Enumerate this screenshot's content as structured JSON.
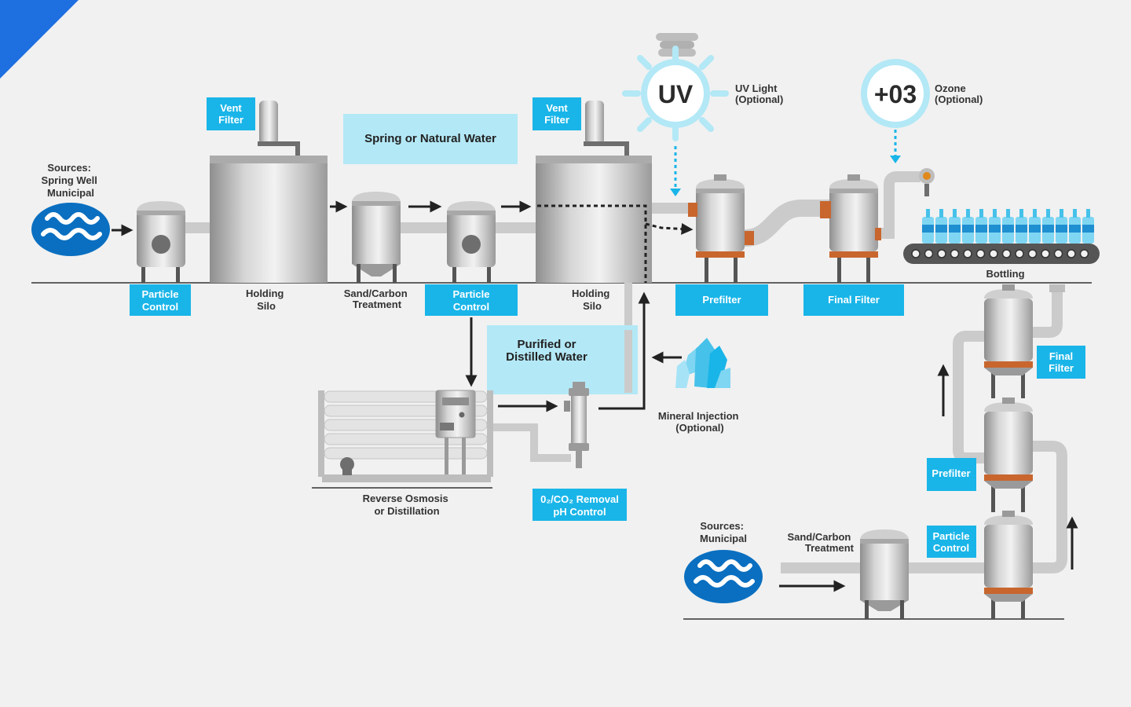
{
  "colors": {
    "accent": "#19b5e8",
    "light_panel": "#b3e8f6",
    "background": "#f1f1f1",
    "water_blue": "#0a6fc0",
    "rust": "#c8662e"
  },
  "sources": {
    "spring": [
      "Sources:",
      "Spring Well",
      "Municipal"
    ],
    "municipal": [
      "Sources:",
      "Municipal"
    ]
  },
  "labels": {
    "vent_filter_1": [
      "Vent",
      "Filter"
    ],
    "vent_filter_2": [
      "Vent",
      "Filter"
    ],
    "spring_water": "Spring or Natural Water",
    "purified_water": [
      "Purified or",
      "Distilled Water"
    ],
    "particle_control_1": [
      "Particle",
      "Control"
    ],
    "holding_silo_1": [
      "Holding",
      "Silo"
    ],
    "sand_carbon_1": [
      "Sand/Carbon",
      "Treatment"
    ],
    "particle_control_2": [
      "Particle",
      "Control"
    ],
    "holding_silo_2": [
      "Holding",
      "Silo"
    ],
    "prefilter_top": "Prefilter",
    "final_filter_top": "Final Filter",
    "bottling": "Bottling",
    "uv": "UV",
    "uv_note": [
      "UV Light",
      "(Optional)"
    ],
    "ozone": "+03",
    "ozone_note": [
      "Ozone",
      "(Optional)"
    ],
    "reverse_osmosis": [
      "Reverse Osmosis",
      "or Distillation"
    ],
    "co2_removal": [
      "0₂/CO₂ Removal",
      "pH Control"
    ],
    "mineral_injection": [
      "Mineral Injection",
      "(Optional)"
    ],
    "sand_carbon_2": [
      "Sand/Carbon",
      "Treatment"
    ],
    "particle_control_3": [
      "Particle",
      "Control"
    ],
    "prefilter_right": "Prefilter",
    "final_filter_right": [
      "Final",
      "Filter"
    ]
  }
}
